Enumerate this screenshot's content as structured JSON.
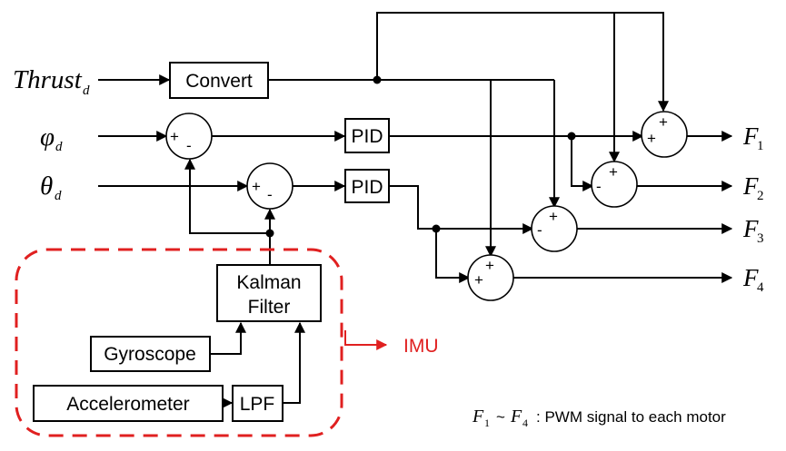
{
  "inputs": {
    "thrust": {
      "symbol": "Thrust",
      "sub": "d"
    },
    "phi": {
      "symbol": "φ",
      "sub": "d"
    },
    "theta": {
      "symbol": "θ",
      "sub": "d"
    }
  },
  "blocks": {
    "convert": "Convert",
    "pid1": "PID",
    "pid2": "PID",
    "kalman_line1": "Kalman",
    "kalman_line2": "Filter",
    "gyroscope": "Gyroscope",
    "accelerometer": "Accelerometer",
    "lpf": "LPF"
  },
  "signs": {
    "plus": "+",
    "minus": "-"
  },
  "outputs": [
    {
      "symbol": "F",
      "sub": "1"
    },
    {
      "symbol": "F",
      "sub": "2"
    },
    {
      "symbol": "F",
      "sub": "3"
    },
    {
      "symbol": "F",
      "sub": "4"
    }
  ],
  "imu_label": "IMU",
  "note": {
    "f_start": "F",
    "f_start_sub": "1",
    "tilde": "~",
    "f_end": "F",
    "f_end_sub": "4",
    "text": ": PWM signal to each motor"
  },
  "colors": {
    "imu_accent": "#e02020",
    "line": "#000000"
  }
}
